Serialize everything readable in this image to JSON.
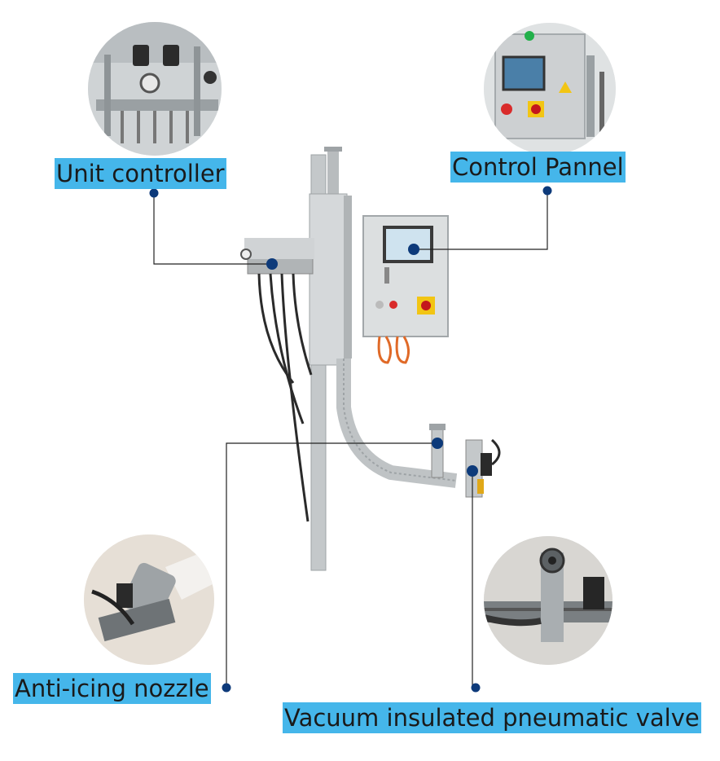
{
  "callouts": {
    "unit_controller": "Unit controller",
    "control_panel": "Control Pannel",
    "anti_icing_nozzle": "Anti-icing nozzle",
    "vacuum_valve": "Vacuum insulated pneumatic valve"
  },
  "colors": {
    "label_bg": "#45b6ea",
    "marker": "#0d3a7a",
    "line": "#222222",
    "steel": "#c9ccce",
    "panel_screen": "#4a7fa8"
  }
}
